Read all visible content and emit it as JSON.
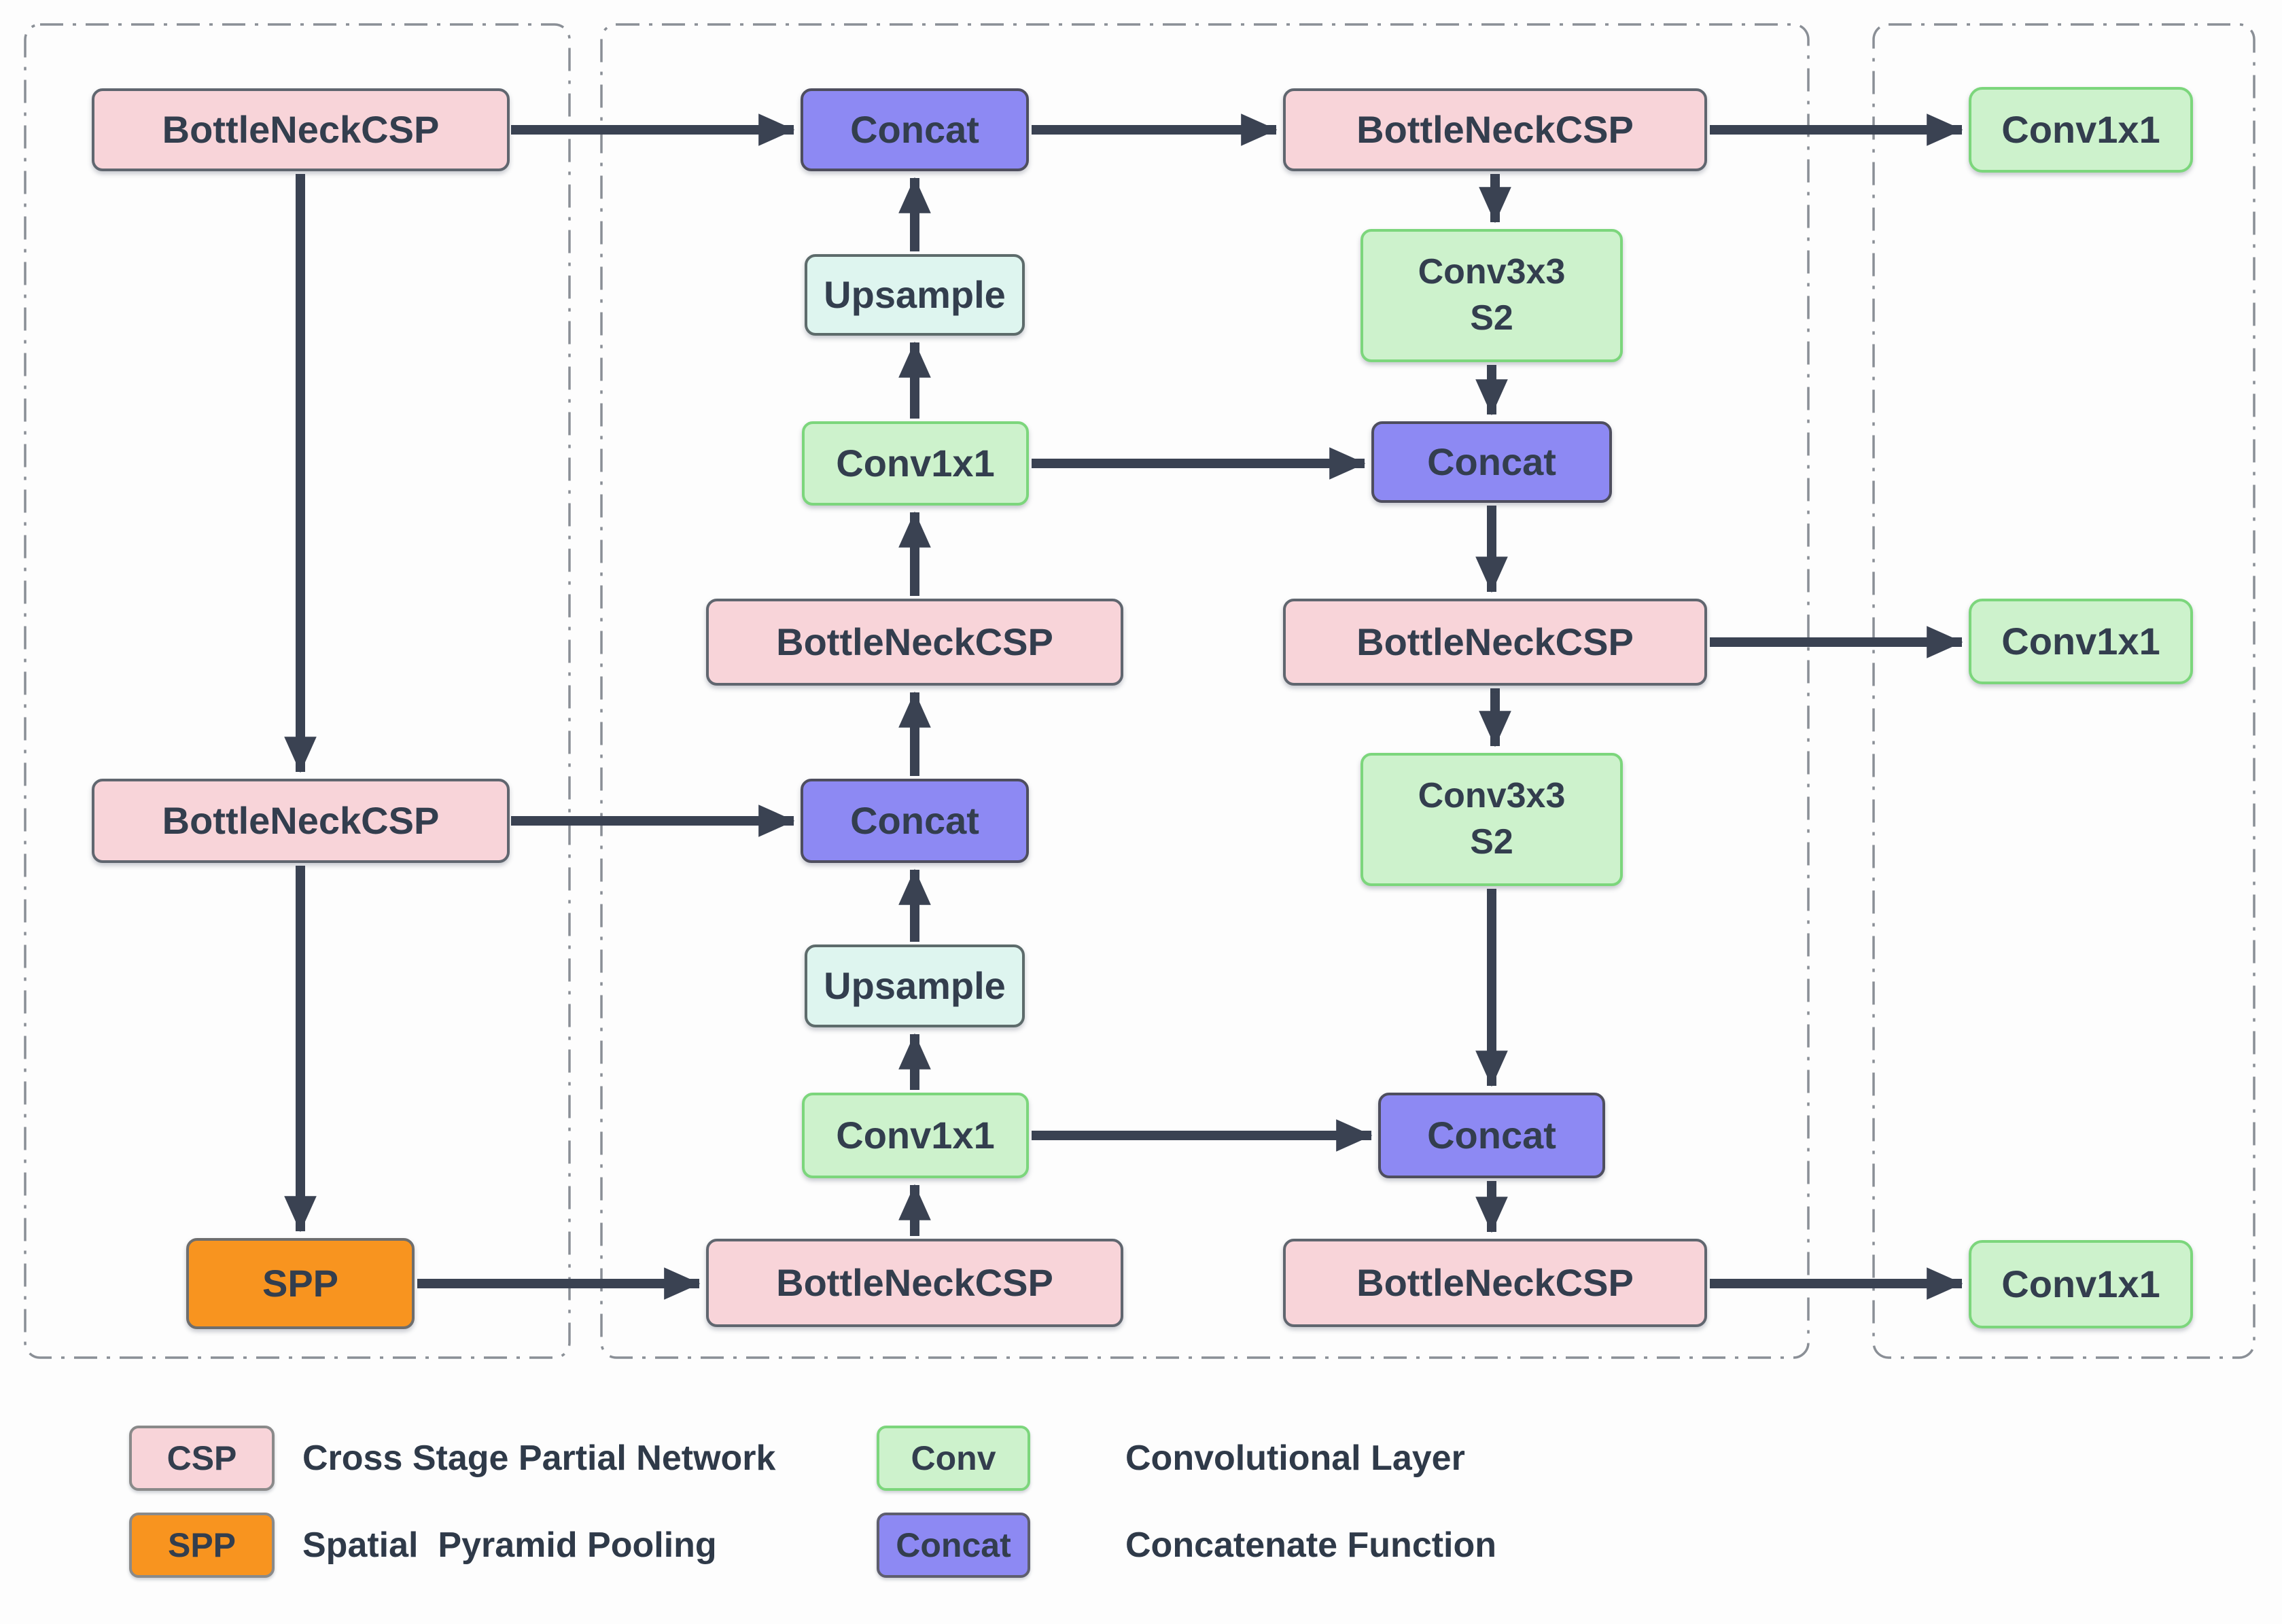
{
  "diagram": {
    "description": "Neural network neck/head architecture diagram (CSP backbone, PANet-style neck, detection head)",
    "nodes": [
      {
        "id": "backbone-csp-top",
        "label": "BottleNeckCSP",
        "type": "csp"
      },
      {
        "id": "neck-concat-top",
        "label": "Concat",
        "type": "concat"
      },
      {
        "id": "neck-csp-right-top",
        "label": "BottleNeckCSP",
        "type": "csp"
      },
      {
        "id": "head-conv1x1-1",
        "label": "Conv1x1",
        "type": "conv"
      },
      {
        "id": "neck-upsample-1",
        "label": "Upsample",
        "type": "upsample"
      },
      {
        "id": "neck-conv3x3-s2-1",
        "label": "Conv3x3",
        "sublabel": "S2",
        "type": "conv"
      },
      {
        "id": "neck-conv1x1-a",
        "label": "Conv1x1",
        "type": "conv"
      },
      {
        "id": "neck-concat-right-1",
        "label": "Concat",
        "type": "concat"
      },
      {
        "id": "neck-csp-mid-left",
        "label": "BottleNeckCSP",
        "type": "csp"
      },
      {
        "id": "neck-csp-right-mid",
        "label": "BottleNeckCSP",
        "type": "csp"
      },
      {
        "id": "head-conv1x1-2",
        "label": "Conv1x1",
        "type": "conv"
      },
      {
        "id": "neck-conv3x3-s2-2",
        "label": "Conv3x3",
        "sublabel": "S2",
        "type": "conv"
      },
      {
        "id": "backbone-csp-mid",
        "label": "BottleNeckCSP",
        "type": "csp"
      },
      {
        "id": "neck-concat-mid",
        "label": "Concat",
        "type": "concat"
      },
      {
        "id": "neck-upsample-2",
        "label": "Upsample",
        "type": "upsample"
      },
      {
        "id": "neck-conv1x1-b",
        "label": "Conv1x1",
        "type": "conv"
      },
      {
        "id": "neck-concat-right-2",
        "label": "Concat",
        "type": "concat"
      },
      {
        "id": "backbone-spp",
        "label": "SPP",
        "type": "spp"
      },
      {
        "id": "neck-csp-bottom",
        "label": "BottleNeckCSP",
        "type": "csp"
      },
      {
        "id": "neck-csp-right-bot",
        "label": "BottleNeckCSP",
        "type": "csp"
      },
      {
        "id": "head-conv1x1-3",
        "label": "Conv1x1",
        "type": "conv"
      }
    ]
  },
  "legend": {
    "items": [
      {
        "key": "CSP",
        "description": "Cross Stage Partial Network"
      },
      {
        "key": "Conv",
        "description": "Convolutional Layer"
      },
      {
        "key": "SPP",
        "description": "Spatial  Pyramid Pooling"
      },
      {
        "key": "Concat",
        "description": "Concatenate Function"
      }
    ]
  },
  "colors": {
    "csp_fill": "#f8d4d9",
    "spp_fill": "#f8941f",
    "concat_fill": "#8d89f3",
    "upsample_fill": "#def5ef",
    "conv_fill": "#cdf2cc",
    "conv_border": "#7cd67c",
    "arrow": "#3a4252",
    "container_border": "#8a8f96",
    "text": "#333e4e"
  }
}
